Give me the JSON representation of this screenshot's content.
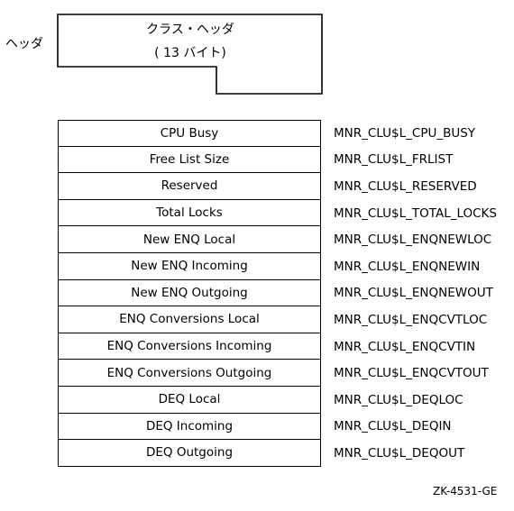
{
  "header": {
    "side_label": "ヘッダ",
    "title": "クラス・ヘッダ",
    "size": "( 13 バイト)"
  },
  "fields": [
    {
      "label": "CPU Busy",
      "symbol": "MNR_CLU$L_CPU_BUSY"
    },
    {
      "label": "Free List Size",
      "symbol": "MNR_CLU$L_FRLIST"
    },
    {
      "label": "Reserved",
      "symbol": "MNR_CLU$L_RESERVED"
    },
    {
      "label": "Total Locks",
      "symbol": "MNR_CLU$L_TOTAL_LOCKS"
    },
    {
      "label": "New ENQ Local",
      "symbol": "MNR_CLU$L_ENQNEWLOC"
    },
    {
      "label": "New ENQ Incoming",
      "symbol": "MNR_CLU$L_ENQNEWIN"
    },
    {
      "label": "New ENQ Outgoing",
      "symbol": "MNR_CLU$L_ENQNEWOUT"
    },
    {
      "label": "ENQ Conversions Local",
      "symbol": "MNR_CLU$L_ENQCVTLOC"
    },
    {
      "label": "ENQ Conversions Incoming",
      "symbol": "MNR_CLU$L_ENQCVTIN"
    },
    {
      "label": "ENQ Conversions Outgoing",
      "symbol": "MNR_CLU$L_ENQCVTOUT"
    },
    {
      "label": "DEQ Local",
      "symbol": "MNR_CLU$L_DEQLOC"
    },
    {
      "label": "DEQ Incoming",
      "symbol": "MNR_CLU$L_DEQIN"
    },
    {
      "label": "DEQ Outgoing",
      "symbol": "MNR_CLU$L_DEQOUT"
    }
  ],
  "figure_id": "ZK-4531-GE"
}
